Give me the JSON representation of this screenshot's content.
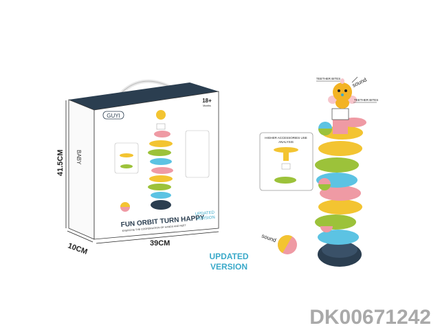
{
  "box": {
    "brand": "GUYI",
    "age": "18+",
    "age_sub": "Months",
    "title": "FUN ORBIT TURN HAPPY",
    "subtitle": "EXERCISE THE COORDINATION OF HANDS AND FEET",
    "badge_line1": "UPDATED",
    "badge_line2": "VERSION",
    "side_text": "BABY",
    "dim_height": "41.5CM",
    "dim_depth": "10CM",
    "dim_width": "39CM"
  },
  "product": {
    "label_teether_top": "TEETHER BITES",
    "label_teether_side": "TEETHER BITES",
    "label_sound": "sound",
    "ball_sound": "sound",
    "accessories_line1": "HIGHER ACCESSORIES USE",
    "accessories_line2": "ANALYSIS",
    "updated_line1": "UPDATED",
    "updated_line2": "VERSION"
  },
  "product_code": "DK00671242",
  "colors": {
    "navy": "#2b3e50",
    "yellow": "#f3c431",
    "pink": "#ef9aa4",
    "green": "#9cc23a",
    "blue": "#5cc3e3",
    "teal": "#3aa9c9",
    "gray": "#a9a9a9"
  }
}
